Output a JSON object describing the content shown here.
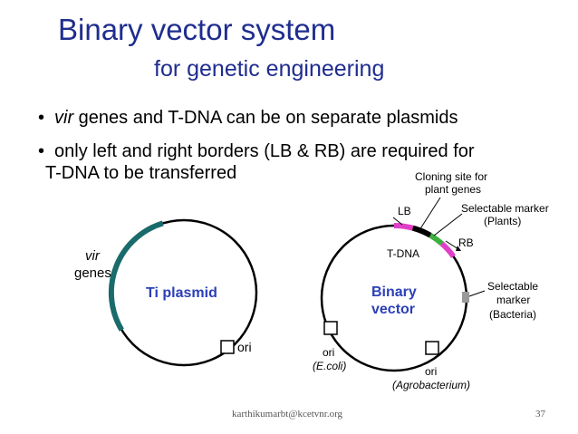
{
  "slide": {
    "title_line1": "Binary vector system",
    "title_line2": "for genetic engineering",
    "bullet1_em": "vir",
    "bullet1_rest": " genes and T-DNA can be on separate plasmids",
    "bullet2_line1": "only left and right borders (LB & RB) are required for",
    "bullet2_line2": "T-DNA to be transferred",
    "bullet_symbol": "•"
  },
  "ti_plasmid": {
    "name": "Ti plasmid",
    "vir_label_1": "vir",
    "vir_label_2": "genes",
    "ori_label": "ori"
  },
  "binary_vector": {
    "name_line1": "Binary",
    "name_line2": "vector",
    "lb": "LB",
    "rb": "RB",
    "tdna": "T-DNA",
    "cloning_site_line1": "Cloning site for",
    "cloning_site_line2": "plant genes",
    "sel_plants_line1": "Selectable marker",
    "sel_plants_line2": "(Plants)",
    "sel_bact_line1": "Selectable",
    "sel_bact_line2": "marker",
    "sel_bact_line3": "(Bacteria)",
    "ori_ecoli_1": "ori",
    "ori_ecoli_2": "(E.coli)",
    "ori_agro_1": "ori",
    "ori_agro_2": "(Agrobacterium)"
  },
  "footer": {
    "email": "karthikumarbt@kcetvnr.org",
    "page": "37"
  },
  "colors": {
    "title": "#1f2d8f",
    "plasmid_name": "#2b3fb8",
    "vir_arc": "#1a6b6b",
    "border_segment": "#e040c8",
    "tdna_black": "#000000",
    "marker_green": "#3cb03c",
    "bacteria_marker": "#999999"
  }
}
